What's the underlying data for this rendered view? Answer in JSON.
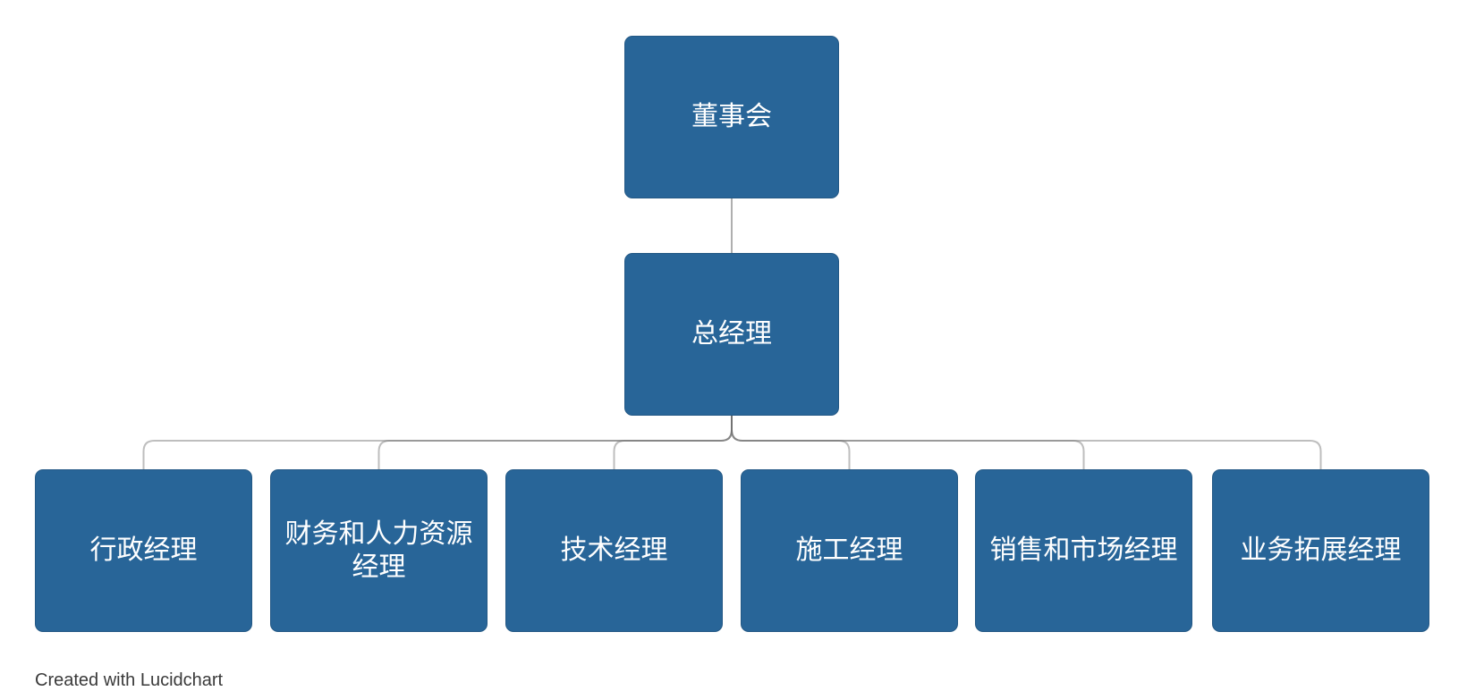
{
  "page": {
    "background": "#ffffff"
  },
  "org_chart": {
    "nodes": {
      "board": {
        "label": "董事会"
      },
      "general_manager": {
        "label": "总经理"
      },
      "children": [
        {
          "label": "行政经理"
        },
        {
          "label": "财务和人力资源经理"
        },
        {
          "label": "技术经理"
        },
        {
          "label": "施工经理"
        },
        {
          "label": "销售和市场经理"
        },
        {
          "label": "业务拓展经理"
        }
      ]
    },
    "colors": {
      "node_fill": "#286598",
      "node_text": "#ffffff",
      "connector_gray": "#6e6e6e"
    }
  },
  "watermark": {
    "text": "Created with Lucidchart"
  }
}
